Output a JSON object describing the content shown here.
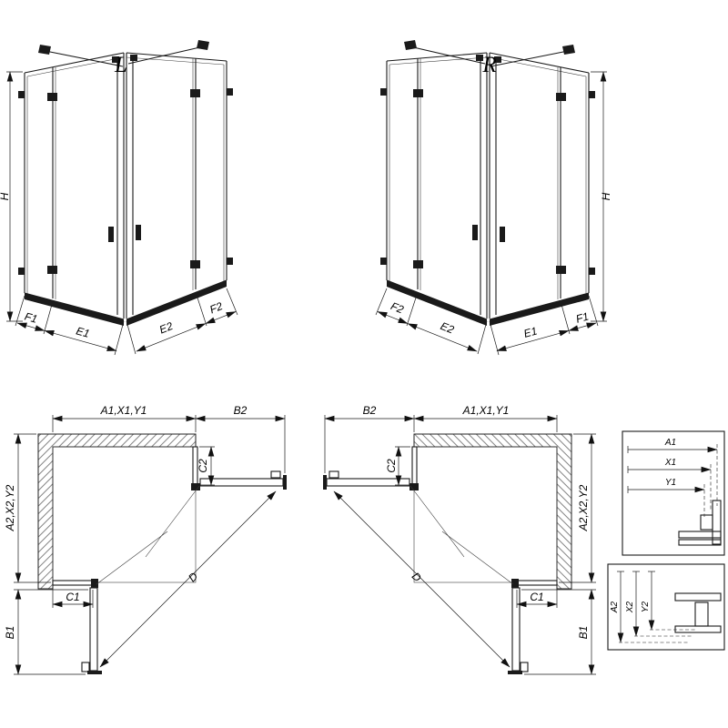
{
  "diagram": {
    "variants": {
      "left": {
        "label": "L"
      },
      "right": {
        "label": "R"
      }
    },
    "perspective_dims": {
      "height": "H",
      "fixed_left": "F1",
      "door_left": "E1",
      "door_right": "E2",
      "fixed_right": "F2"
    },
    "plan_dims": {
      "back_width": "A1,X1,Y1",
      "side_panel_top": "B2",
      "fixed_top": "C2",
      "side_depth": "A2,X2,Y2",
      "fixed_bottom": "C1",
      "side_panel_bottom": "B1",
      "diagonal": "D"
    },
    "detail_horizontal": {
      "rows": [
        "A1",
        "X1",
        "Y1"
      ]
    },
    "detail_vertical": {
      "rows": [
        "A2",
        "X2",
        "Y2"
      ]
    }
  }
}
